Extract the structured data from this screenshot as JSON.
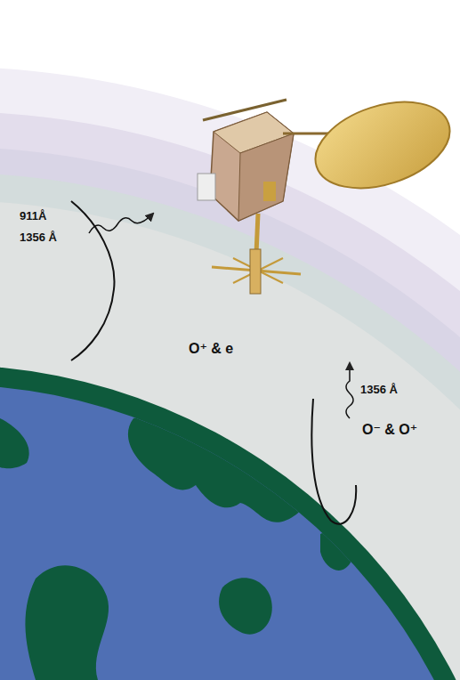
{
  "diagram": {
    "labels": [
      "911Å",
      "1356 Å",
      "O⁺ & e",
      "1356 Å",
      "O⁻ & O⁺"
    ]
  }
}
